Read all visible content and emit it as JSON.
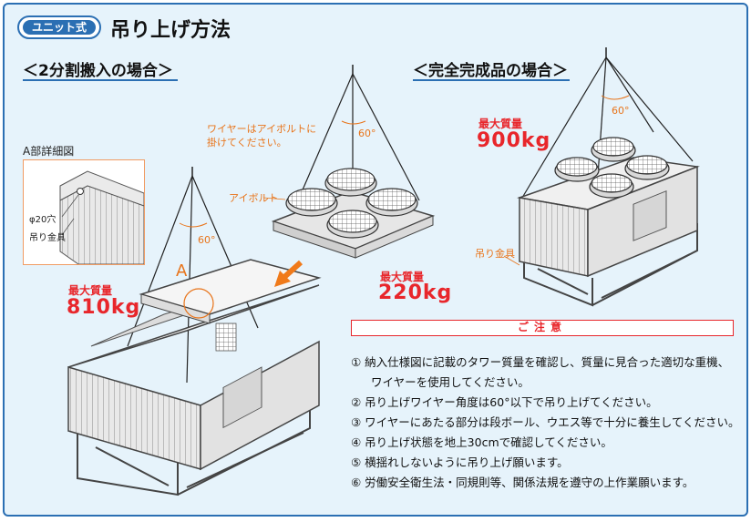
{
  "header": {
    "badge": "ユニット式",
    "title": "吊り上げ方法"
  },
  "sections": {
    "split": "＜2分割搬入の場合＞",
    "complete": "＜完全完成品の場合＞"
  },
  "detail": {
    "title": "A部詳細図",
    "hole_label": "φ20穴",
    "bracket_label": "吊り金具"
  },
  "split_unit": {
    "mass_label": "最大質量",
    "mass_value": "810kg",
    "angle": "60°",
    "marker": "A"
  },
  "top_unit": {
    "instruction_line1": "ワイヤーはアイボルトに",
    "instruction_line2": "掛けてください。",
    "eyebolt_label": "アイボルト",
    "angle": "60°",
    "mass_label": "最大質量",
    "mass_value": "220kg"
  },
  "complete_unit": {
    "mass_label": "最大質量",
    "mass_value": "900kg",
    "angle": "60°",
    "bracket_label": "吊り金具"
  },
  "notes": {
    "heading": "ご注意",
    "items": [
      {
        "text": "① 納入仕様図に記載のタワー質量を確認し、質量に見合った適切な重機、",
        "cont": false
      },
      {
        "text": "ワイヤーを使用してください。",
        "cont": true
      },
      {
        "text": "② 吊り上げワイヤー角度は60°以下で吊り上げてください。",
        "cont": false
      },
      {
        "text": "③ ワイヤーにあたる部分は段ボール、ウエス等で十分に養生してください。",
        "cont": false
      },
      {
        "text": "④ 吊り上げ状態を地上30cmで確認してください。",
        "cont": false
      },
      {
        "text": "⑤ 横揺れしないように吊り上げ願います。",
        "cont": false
      },
      {
        "text": "⑥ 労働安全衛生法・同規則等、関係法規を遵守の上作業願います。",
        "cont": false
      }
    ]
  },
  "colors": {
    "frame": "#2b6fb3",
    "background": "#e6f3fb",
    "mass_text": "#e8262b",
    "annotation": "#e8741a",
    "arrow": "#f07a1a"
  }
}
